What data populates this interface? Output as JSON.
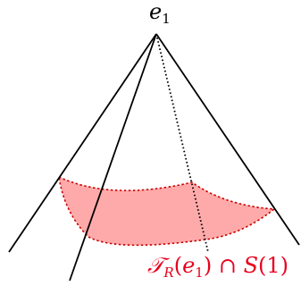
{
  "labels": {
    "apex": {
      "base": "e",
      "sub": "1"
    },
    "region": {
      "script_T": "𝒯",
      "sub_R": "R",
      "open": "(",
      "e": "e",
      "sub_1": "1",
      "close": ")",
      "cap": " ∩ ",
      "S": "S",
      "arg": "(1)"
    }
  },
  "colors": {
    "lines": "#000000",
    "region_fill": "#ffaaaa",
    "region_stroke": "#cc0000",
    "label_red": "#e8001c"
  }
}
